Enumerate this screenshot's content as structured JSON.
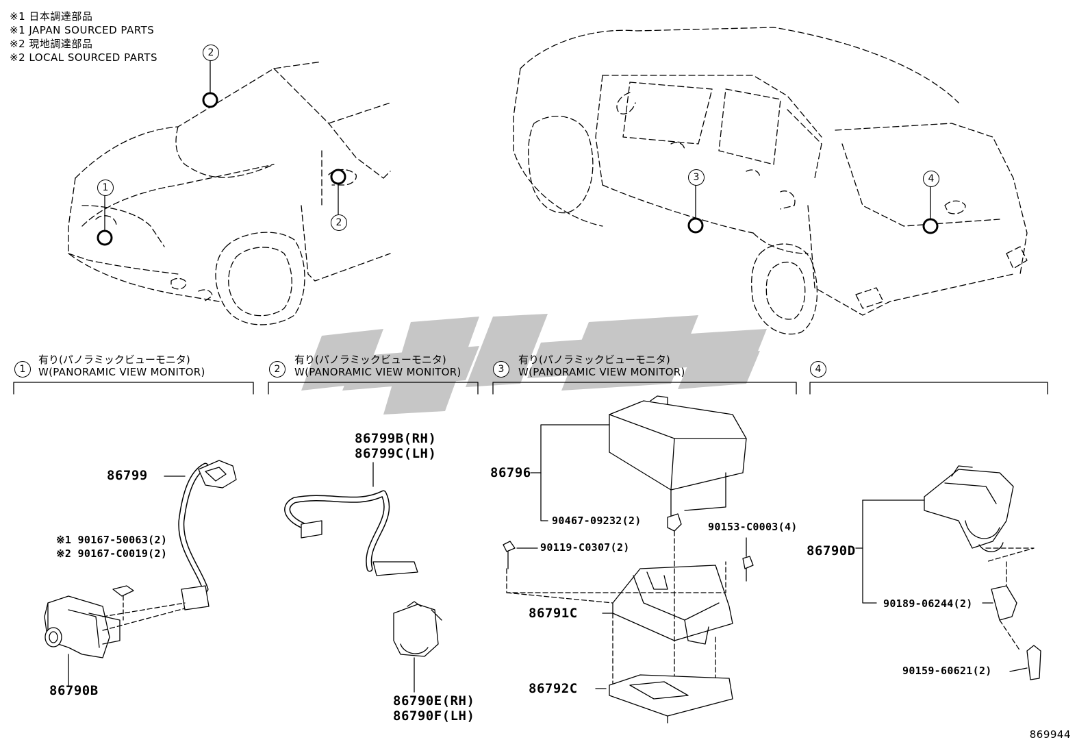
{
  "notes": [
    "※1 日本調達部品",
    "※1 JAPAN SOURCED PARTS",
    "※2 現地調達部品",
    "※2 LOCAL SOURCED PARTS"
  ],
  "locators": {
    "front_1": "1",
    "front_2_top": "2",
    "front_2_side": "2",
    "rear_3": "3",
    "rear_4": "4"
  },
  "sections": [
    {
      "num": "1",
      "jp": "有り(パノラミックビューモニタ)",
      "en": "W(PANORAMIC VIEW MONITOR)"
    },
    {
      "num": "2",
      "jp": "有り(パノラミックビューモニタ)",
      "en": "W(PANORAMIC VIEW MONITOR)"
    },
    {
      "num": "3",
      "jp": "有り(パノラミックビューモニタ)",
      "en": "W(PANORAMIC VIEW MONITOR)"
    },
    {
      "num": "4",
      "jp": "",
      "en": ""
    }
  ],
  "parts": {
    "p86799": "86799",
    "p90167a": "※1 90167-50063(2)",
    "p90167b": "※2 90167-C0019(2)",
    "p86790B": "86790B",
    "p86799B": "86799B(RH)",
    "p86799C": "86799C(LH)",
    "p86790E": "86790E(RH)",
    "p86790F": "86790F(LH)",
    "p86796": "86796",
    "p90467": "90467-09232(2)",
    "p90153": "90153-C0003(4)",
    "p90119": "90119-C0307(2)",
    "p86791C": "86791C",
    "p86792C": "86792C",
    "p86790D": "86790D",
    "p90189": "90189-06244(2)",
    "p90159": "90159-60621(2)"
  },
  "diagram_id": "869944"
}
